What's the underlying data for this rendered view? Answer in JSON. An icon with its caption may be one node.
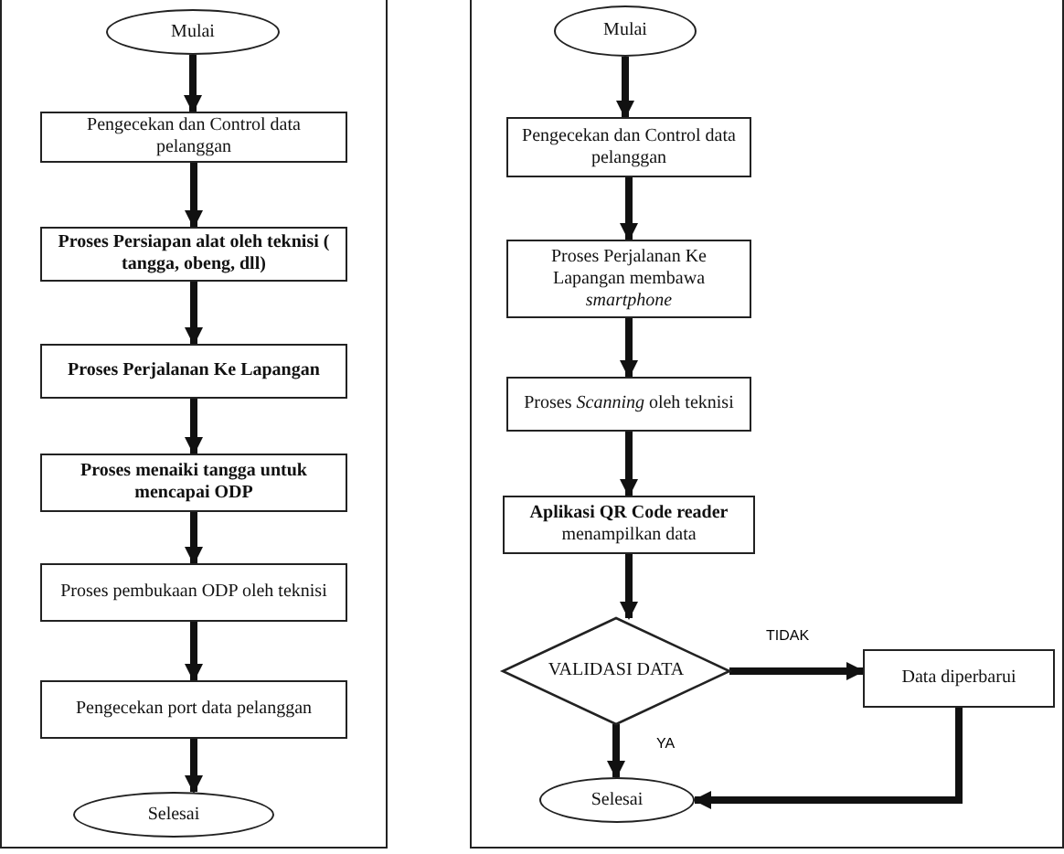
{
  "diagram": {
    "nodes": [
      {
        "text": [
          "Mulai"
        ]
      },
      {
        "text": [
          "Pengecekan dan Control data pelanggan"
        ]
      },
      {
        "text": [
          "Proses Persiapan alat oleh teknisi ( tangga, obeng, dll)"
        ]
      },
      {
        "text": [
          "Proses Perjalanan Ke Lapangan"
        ]
      },
      {
        "text": [
          "Proses menaiki tangga untuk mencapai ODP"
        ]
      },
      {
        "text": [
          "Proses pembukaan ODP oleh teknisi"
        ]
      },
      {
        "text": [
          "Pengecekan port data pelanggan"
        ]
      },
      {
        "text": [
          "Selesai"
        ]
      },
      {
        "text": [
          "Mulai"
        ]
      },
      {
        "text": [
          "Pengecekan dan Control data pelanggan"
        ]
      },
      {
        "text": [
          "Proses Perjalanan Ke Lapangan membawa *smartphone*"
        ]
      },
      {
        "text": [
          "Proses *Scanning* oleh teknisi"
        ]
      },
      {
        "text": [
          "**Aplikasi QR Code reader** menampilkan data"
        ]
      },
      {
        "text": [
          "VALIDASI DATA"
        ]
      },
      {
        "text": [
          "Data diperbarui"
        ]
      },
      {
        "text": [
          "Selesai"
        ]
      }
    ],
    "edges": [
      {
        "from": 0,
        "to": 1,
        "arrow": "to"
      },
      {
        "from": 1,
        "to": 2,
        "arrow": "to"
      },
      {
        "from": 2,
        "to": 3,
        "arrow": "to"
      },
      {
        "from": 3,
        "to": 4,
        "arrow": "to"
      },
      {
        "from": 4,
        "to": 5,
        "arrow": "to"
      },
      {
        "from": 5,
        "to": 6,
        "arrow": "to"
      },
      {
        "from": 6,
        "to": 7,
        "arrow": "to"
      },
      {
        "from": 8,
        "to": 9,
        "arrow": "to"
      },
      {
        "from": 9,
        "to": 10,
        "arrow": "to"
      },
      {
        "from": 10,
        "to": 11,
        "arrow": "to"
      },
      {
        "from": 11,
        "to": 12,
        "arrow": "to"
      },
      {
        "from": 12,
        "to": 13,
        "arrow": "to"
      },
      {
        "from": 13,
        "to": 14,
        "arrow": "to",
        "label": "TIDAK"
      },
      {
        "from": 13,
        "to": 15,
        "arrow": "to",
        "label": "YA"
      },
      {
        "from": 14,
        "to": 15,
        "arrow": "to"
      }
    ]
  }
}
